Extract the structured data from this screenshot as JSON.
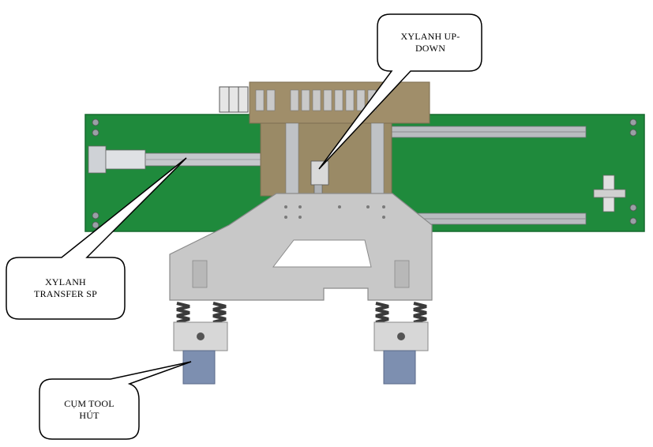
{
  "colors": {
    "board": "#1f8a3c",
    "board_edge": "#176a2e",
    "carriage": "#a08e6a",
    "carriage_dark": "#7d6e52",
    "frame": "#c8c8c8",
    "frame_edge": "#8a8a8a",
    "rail": "#b9bcc0",
    "spring": "#3a3a3a",
    "suction_cup": "#7d8fb0",
    "callout_stroke": "#000000"
  },
  "callouts": {
    "up_down": {
      "line1": "XYLANH UP-",
      "line2": "DOWN"
    },
    "transfer": {
      "line1": "XYLANH",
      "line2": "TRANSFER SP"
    },
    "tool": {
      "line1": "CỤM TOOL",
      "line2": "HÚT"
    }
  }
}
